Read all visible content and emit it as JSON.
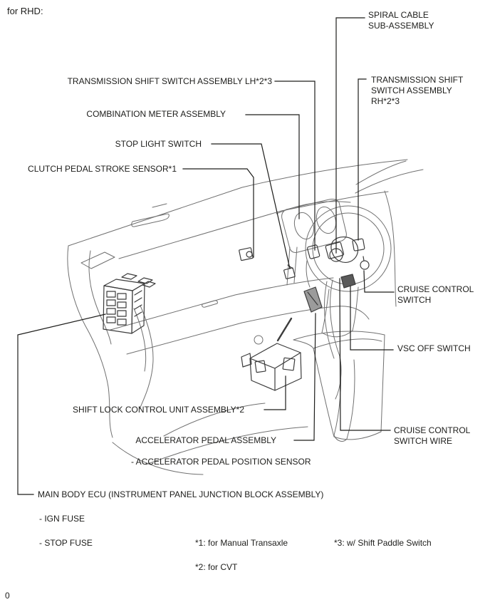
{
  "header": "for RHD:",
  "page_number": "0",
  "labels": {
    "spiral_cable": "SPIRAL CABLE\nSUB-ASSEMBLY",
    "transmission_shift_lh": "TRANSMISSION SHIFT SWITCH ASSEMBLY LH*2*3",
    "transmission_shift_rh": "TRANSMISSION SHIFT\nSWITCH ASSEMBLY\nRH*2*3",
    "combination_meter": "COMBINATION METER ASSEMBLY",
    "stop_light_switch": "STOP LIGHT SWITCH",
    "clutch_pedal_stroke_sensor": "CLUTCH PEDAL STROKE SENSOR*1",
    "cruise_control_switch": "CRUISE CONTROL\nSWITCH",
    "vsc_off_switch": "VSC OFF SWITCH",
    "cruise_control_switch_wire": "CRUISE CONTROL\nSWITCH WIRE",
    "shift_lock_control_unit": "SHIFT LOCK CONTROL UNIT ASSEMBLY*2",
    "accelerator_pedal": "ACCELERATOR PEDAL ASSEMBLY",
    "accelerator_pedal_position_sensor": "- ACCELERATOR PEDAL POSITION SENSOR",
    "main_body_ecu": "MAIN BODY ECU (INSTRUMENT PANEL JUNCTION BLOCK ASSEMBLY)",
    "ign_fuse": "- IGN FUSE",
    "stop_fuse": "- STOP FUSE"
  },
  "footnotes": {
    "fn1": "*1: for Manual Transaxle",
    "fn2": "*2: for CVT",
    "fn3": "*3: w/ Shift Paddle Switch"
  },
  "colors": {
    "text": "#1d1d1b",
    "leader_line": "#1d1d1b",
    "artwork_line": "#707070",
    "component_line": "#3c3c3c",
    "background": "#ffffff"
  }
}
